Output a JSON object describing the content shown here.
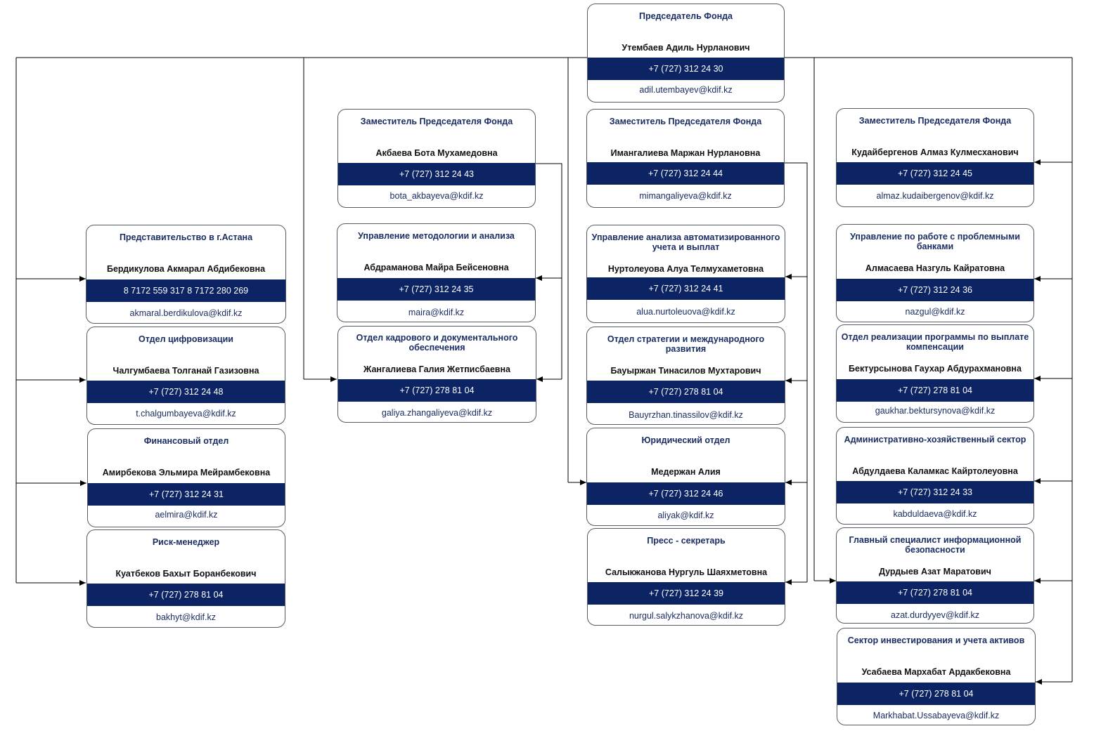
{
  "colors": {
    "bar": "#0c2463",
    "unit_text": "#1b2e63",
    "border": "#555a66",
    "line": "#000000"
  },
  "cards": {
    "chairman": {
      "unit": "Председатель Фонда",
      "person": "Утембаев Адиль Нурланович",
      "phone": "+7 (727) 312 24 30",
      "email": "adil.utembayev@kdif.kz"
    },
    "deputy_akbayeva": {
      "unit": "Заместитель Председателя Фонда",
      "person": "Акбаева Бота Мухамедовна",
      "phone": "+7 (727) 312 24 43",
      "email": "bota_akbayeva@kdif.kz"
    },
    "deputy_imangaliyeva": {
      "unit": "Заместитель Председателя Фонда",
      "person": "Имангалиева Маржан Нурлановна",
      "phone": "+7 (727) 312 24 44",
      "email": "mimangaliyeva@kdif.kz"
    },
    "deputy_kudaibergenov": {
      "unit": "Заместитель Председателя Фонда",
      "person": "Кудайбергенов Алмаз Кулмесханович",
      "phone": "+7 (727) 312 24 45",
      "email": "almaz.kudaibergenov@kdif.kz"
    },
    "astana": {
      "unit": "Представительство в г.Астана",
      "person": "Бердикулова Акмарал Абдибековна",
      "phone": "8 7172 559 317  8 7172 280 269",
      "email": "akmaral.berdikulova@kdif.kz"
    },
    "digital": {
      "unit": "Отдел цифровизации",
      "person": "Чалгумбаева Толганай Газизовна",
      "phone": "+7 (727) 312 24 48",
      "email": "t.chalgumbayeva@kdif.kz"
    },
    "finance": {
      "unit": "Финансовый отдел",
      "person": "Амирбекова Эльмира Мейрамбековна",
      "phone": "+7 (727) 312 24 31",
      "email": "aelmira@kdif.kz"
    },
    "risk": {
      "unit": "Риск-менеджер",
      "person": "Куатбеков Бахыт Боранбекович",
      "phone": "+7 (727) 278 81 04",
      "email": "bakhyt@kdif.kz"
    },
    "methodology": {
      "unit": "Управление методологии и анализа",
      "person": "Абдраманова Майра Бейсеновна",
      "phone": "+7 (727) 312 24 35",
      "email": "maira@kdif.kz"
    },
    "hr": {
      "unit": "Отдел кадрового и документального обеспечения",
      "person": "Жангалиева Галия Жетписбаевна",
      "phone": "+7 (727) 278 81 04",
      "email": "galiya.zhangaliyeva@kdif.kz"
    },
    "automation": {
      "unit": "Управление анализа автоматизированного учета и выплат",
      "person": "Нуртолеуова Алуа Телмухаметовна",
      "phone": "+7 (727) 312 24 41",
      "email": "alua.nurtoleuova@kdif.kz"
    },
    "strategy": {
      "unit": "Отдел стратегии и международного развития",
      "person": "Бауыржан Тинасилов Мухтарович",
      "phone": "+7 (727) 278 81 04",
      "email": "Bauyrzhan.tinassilov@kdif.kz"
    },
    "legal": {
      "unit": "Юридический отдел",
      "person": "Медержан Алия",
      "phone": "+7 (727) 312 24 46",
      "email": "aliyak@kdif.kz"
    },
    "press": {
      "unit": "Пресс - секретарь",
      "person": "Салыкжанова Нургуль Шаяхметовна",
      "phone": "+7 (727) 312 24 39",
      "email": "nurgul.salykzhanova@kdif.kz"
    },
    "problem_banks": {
      "unit": "Управление по работе с проблемными банками",
      "person": "Алмасаева Назгуль Кайратовна",
      "phone": "+7 (727) 312 24 36",
      "email": "nazgul@kdif.kz"
    },
    "compensation": {
      "unit": "Отдел реализации программы по выплате компенсации",
      "person": "Бектурсынова Гаухар Абдурахмановна",
      "phone": "+7 (727) 278 81 04",
      "email": "gaukhar.bektursynova@kdif.kz"
    },
    "admin": {
      "unit": "Административно-хозяйственный сектор",
      "person": "Абдулдаева Каламкас Кайртолеуовна",
      "phone": "+7 (727) 312 24 33",
      "email": "kabduldaeva@kdif.kz"
    },
    "infosec": {
      "unit": "Главный специалист информационной безопасности",
      "person": "Дурдыев Азат Маратович",
      "phone": "+7 (727) 278 81 04",
      "email": "azat.durdyyev@kdif.kz"
    },
    "investment": {
      "unit": "Сектор инвестирования и учета активов",
      "person": "Усабаева Мархабат Ардакбековна",
      "phone": "+7 (727) 278 81 04",
      "email": "Markhabat.Ussabayeva@kdif.kz"
    }
  }
}
